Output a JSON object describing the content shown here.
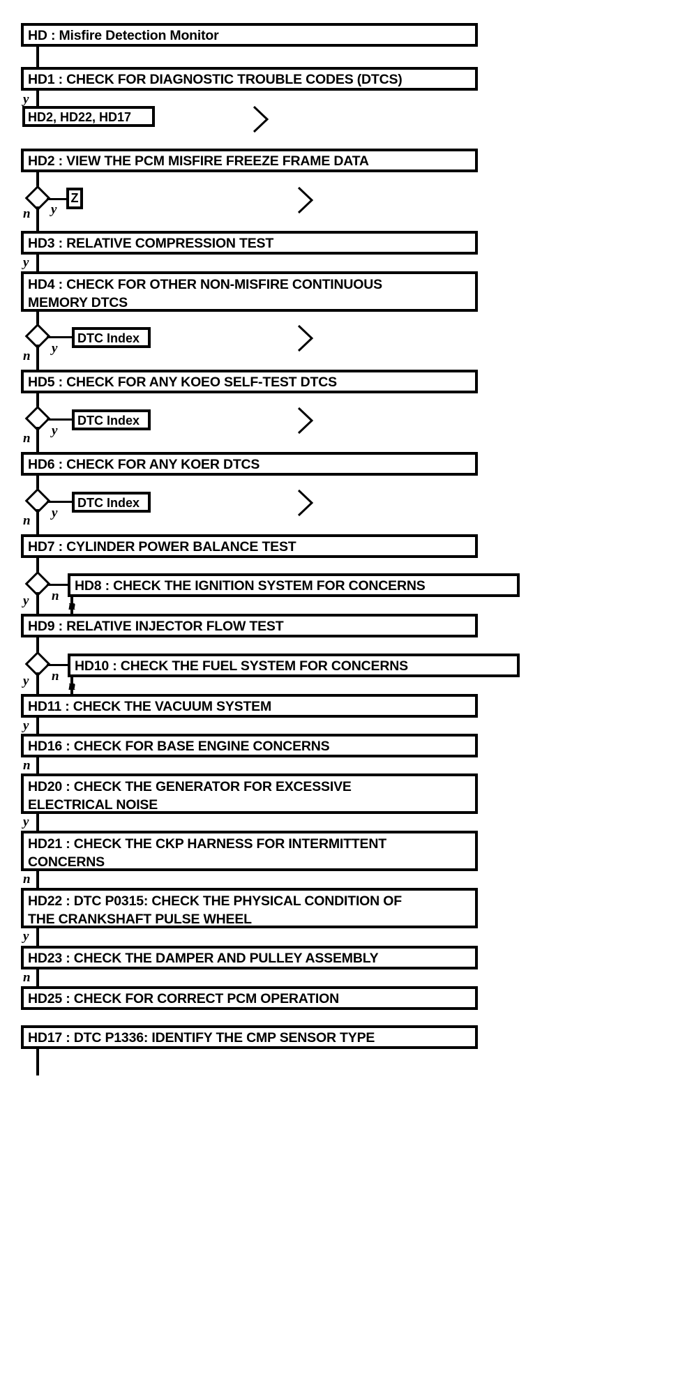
{
  "diagram": {
    "type": "flowchart",
    "title": "HD : Misfire Detection Monitor",
    "orientation": "vertical",
    "branch_labels": {
      "yes": "y",
      "no": "n"
    },
    "colors": {
      "stroke": "#000000",
      "background": "#ffffff",
      "text": "#000000"
    },
    "steps": [
      {
        "id": "HD",
        "label": "HD : Misfire Detection Monitor"
      },
      {
        "id": "HD1",
        "label": "HD1 : CHECK FOR DIAGNOSTIC TROUBLE CODES (DTCS)"
      },
      {
        "id": "HD2",
        "label": "HD2 : VIEW THE PCM MISFIRE FREEZE FRAME DATA"
      },
      {
        "id": "HD3",
        "label": "HD3 : RELATIVE COMPRESSION TEST"
      },
      {
        "id": "HD4",
        "label": "HD4 : CHECK FOR OTHER NON-MISFIRE CONTINUOUS\nMEMORY DTCS"
      },
      {
        "id": "HD5",
        "label": "HD5 : CHECK FOR ANY KOEO SELF-TEST DTCS"
      },
      {
        "id": "HD6",
        "label": "HD6 : CHECK FOR ANY KOER DTCS"
      },
      {
        "id": "HD7",
        "label": "HD7 : CYLINDER POWER BALANCE TEST"
      },
      {
        "id": "HD8",
        "label": "HD8 : CHECK THE IGNITION SYSTEM FOR CONCERNS"
      },
      {
        "id": "HD9",
        "label": "HD9 : RELATIVE INJECTOR FLOW TEST"
      },
      {
        "id": "HD10",
        "label": "HD10 : CHECK THE FUEL SYSTEM FOR CONCERNS"
      },
      {
        "id": "HD11",
        "label": "HD11 : CHECK THE VACUUM SYSTEM"
      },
      {
        "id": "HD16",
        "label": "HD16 : CHECK FOR BASE ENGINE CONCERNS"
      },
      {
        "id": "HD20",
        "label": "HD20 : CHECK THE GENERATOR FOR EXCESSIVE\nELECTRICAL NOISE"
      },
      {
        "id": "HD21",
        "label": "HD21 : CHECK THE CKP HARNESS FOR INTERMITTENT\nCONCERNS"
      },
      {
        "id": "HD22",
        "label": "HD22 : DTC P0315: CHECK THE PHYSICAL CONDITION OF\nTHE CRANKSHAFT PULSE WHEEL"
      },
      {
        "id": "HD23",
        "label": "HD23 : CHECK THE DAMPER AND PULLEY ASSEMBLY"
      },
      {
        "id": "HD25",
        "label": "HD25 : CHECK FOR CORRECT PCM OPERATION"
      },
      {
        "id": "HD17",
        "label": "HD17 : DTC P1336: IDENTIFY THE CMP SENSOR TYPE"
      }
    ],
    "refs": {
      "goto_hd2_hd22_hd17": "HD2, HD22, HD17",
      "goto_z": "Z",
      "dtc_index_1": "DTC Index",
      "dtc_index_2": "DTC Index",
      "dtc_index_3": "DTC Index"
    },
    "edge_labels": {
      "hd1_yes": "y",
      "hd2_no": "n",
      "hd2_yes": "y",
      "hd3_yes": "y",
      "hd4_no": "n",
      "hd4_yes": "y",
      "hd5_no": "n",
      "hd5_yes": "y",
      "hd6_no": "n",
      "hd6_yes": "y",
      "hd7_yes": "y",
      "hd7_no": "n",
      "hd8_no": "n",
      "hd9_yes": "y",
      "hd9_no": "n",
      "hd10_no": "n",
      "hd11_yes": "y",
      "hd16_no": "n",
      "hd20_yes": "y",
      "hd21_no": "n",
      "hd22_yes": "y",
      "hd23_no": "n"
    }
  }
}
